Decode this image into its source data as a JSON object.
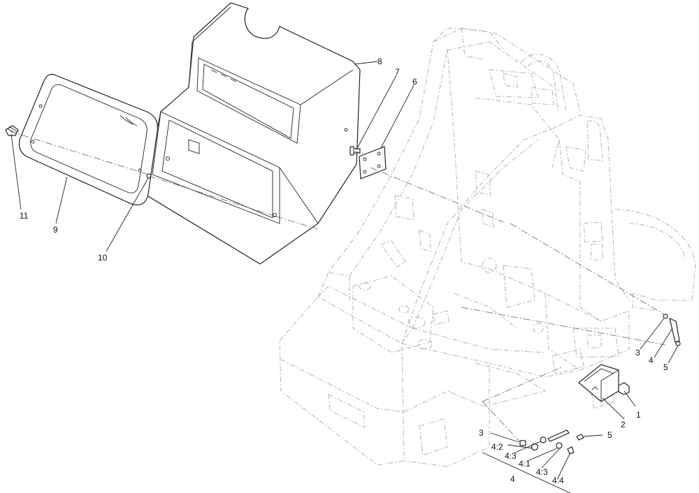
{
  "callouts": {
    "c1": "1",
    "c2": "2",
    "c3a": "3",
    "c4a": "4",
    "c5a": "5",
    "c6": "6",
    "c7": "7",
    "c8": "8",
    "c9": "9",
    "c10": "10",
    "c11": "11",
    "c3b": "3",
    "c42": "4:2",
    "c43a": "4:3",
    "c41": "4:1",
    "c43b": "4:3",
    "c44": "4:4",
    "c4b": "4",
    "c5b": "5"
  },
  "colors": {
    "part_outline": "#222222",
    "ghost_outline": "#b8b8b8",
    "background": "#ffffff"
  }
}
